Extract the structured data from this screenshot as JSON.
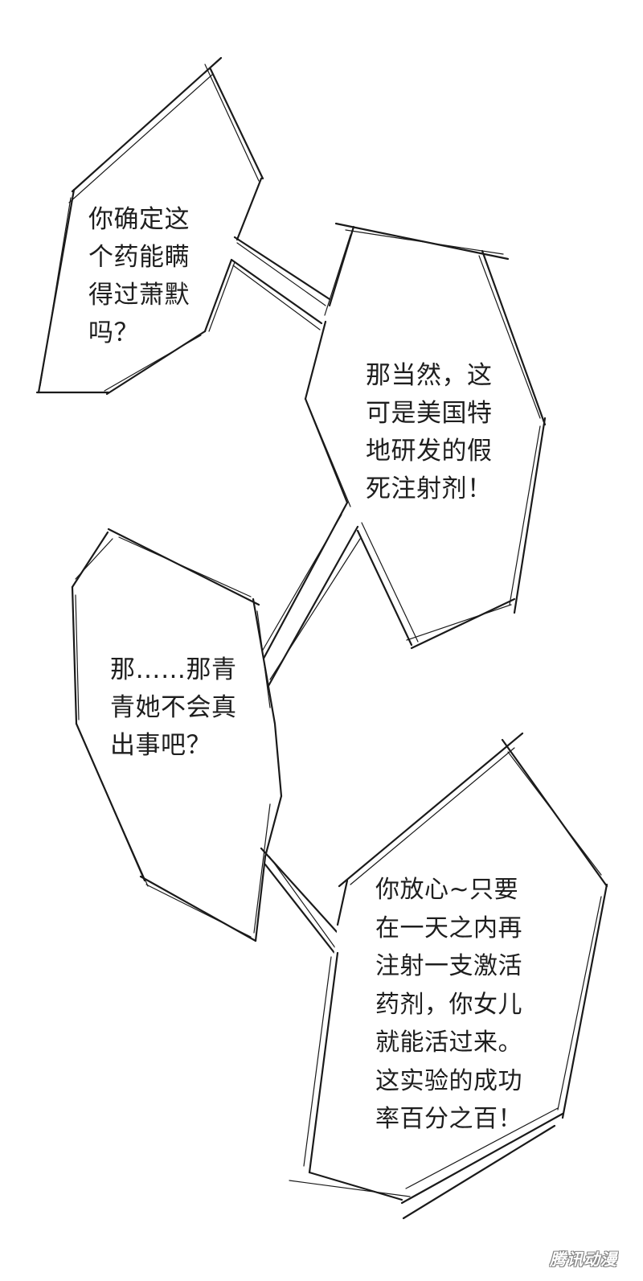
{
  "bubbles": [
    {
      "lines": [
        "你确定这",
        "个药能瞒",
        "得过萧默",
        "吗？"
      ]
    },
    {
      "lines": [
        "那当然，这",
        "可是美国特",
        "地研发的假",
        "死注射剂！"
      ]
    },
    {
      "lines": [
        "那……那青",
        "青她不会真",
        "出事吧？"
      ]
    },
    {
      "lines": [
        "你放心~只要",
        "在一天之内再",
        "注射一支激活",
        "药剂，你女儿",
        "就能活过来。",
        "这实验的成功",
        "率百分之百！"
      ]
    }
  ],
  "watermark": "腾讯动漫"
}
